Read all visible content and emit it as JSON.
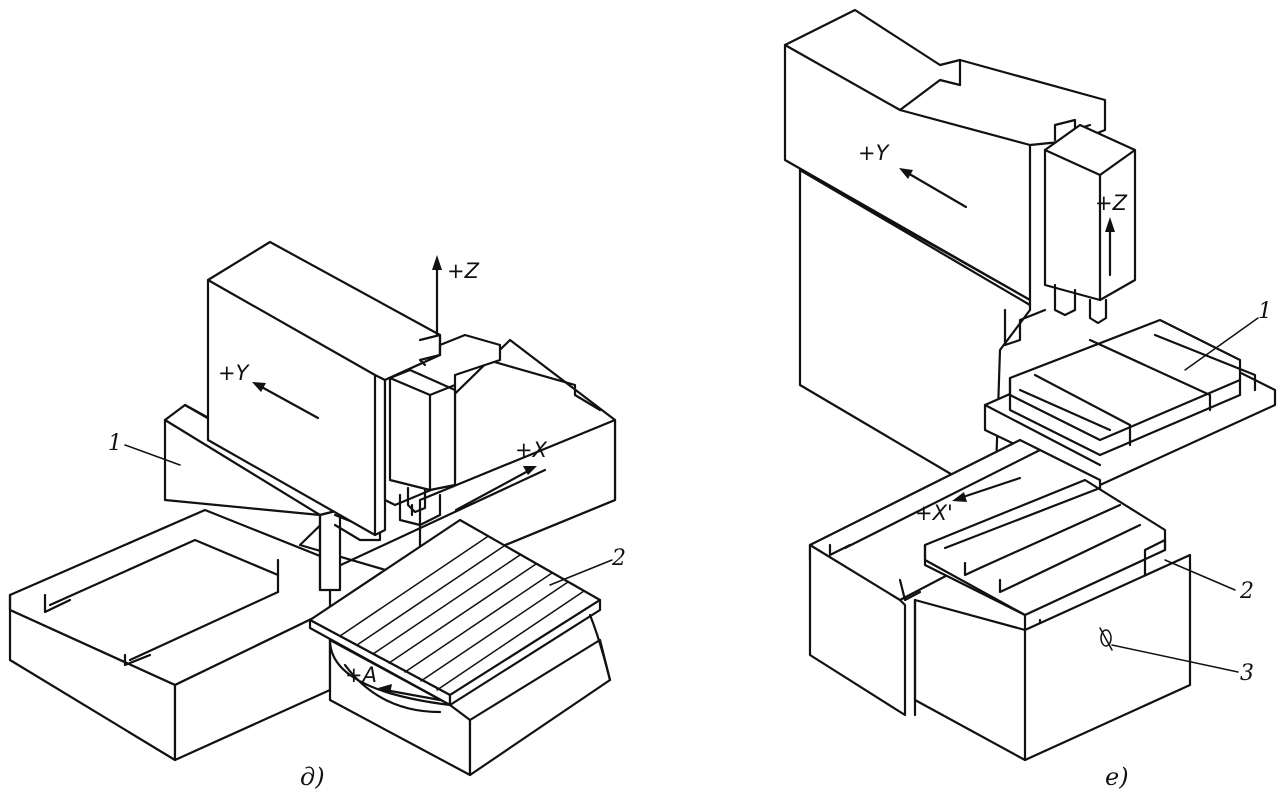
{
  "figure_d": {
    "caption": "д)",
    "axes": {
      "z": "+Z",
      "y": "+Y",
      "x": "+X",
      "a": "+A"
    },
    "callouts": {
      "one": "1",
      "two": "2"
    }
  },
  "figure_e": {
    "caption": "е)",
    "axes": {
      "y": "+Y",
      "z": "+Z",
      "x": "+X'"
    },
    "callouts": {
      "one": "1",
      "two": "2",
      "three": "3"
    }
  },
  "colors": {
    "ink": "#111111",
    "paper": "#ffffff"
  }
}
